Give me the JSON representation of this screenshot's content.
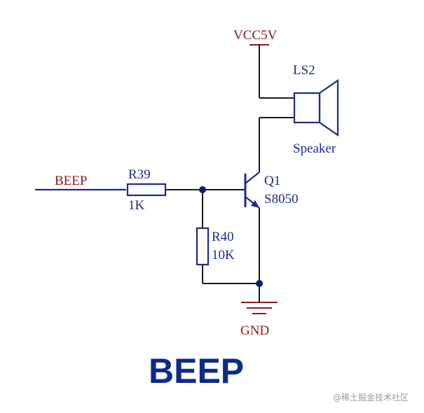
{
  "schematic": {
    "net_beep": "BEEP",
    "net_vcc": "VCC5V",
    "net_gnd": "GND",
    "speaker": {
      "ref": "LS2",
      "value": "Speaker"
    },
    "transistor": {
      "ref": "Q1",
      "value": "S8050"
    },
    "r39": {
      "ref": "R39",
      "value": "1K"
    },
    "r40": {
      "ref": "R40",
      "value": "10K"
    }
  },
  "title": "BEEP",
  "watermark": "@稀土掘金技术社区",
  "colors": {
    "wire": "#1a1a1a",
    "component": "#1e2a8c",
    "net_label": "#8b1a1a",
    "junction": "#0d1a7a",
    "title": "#0d2a8a"
  }
}
